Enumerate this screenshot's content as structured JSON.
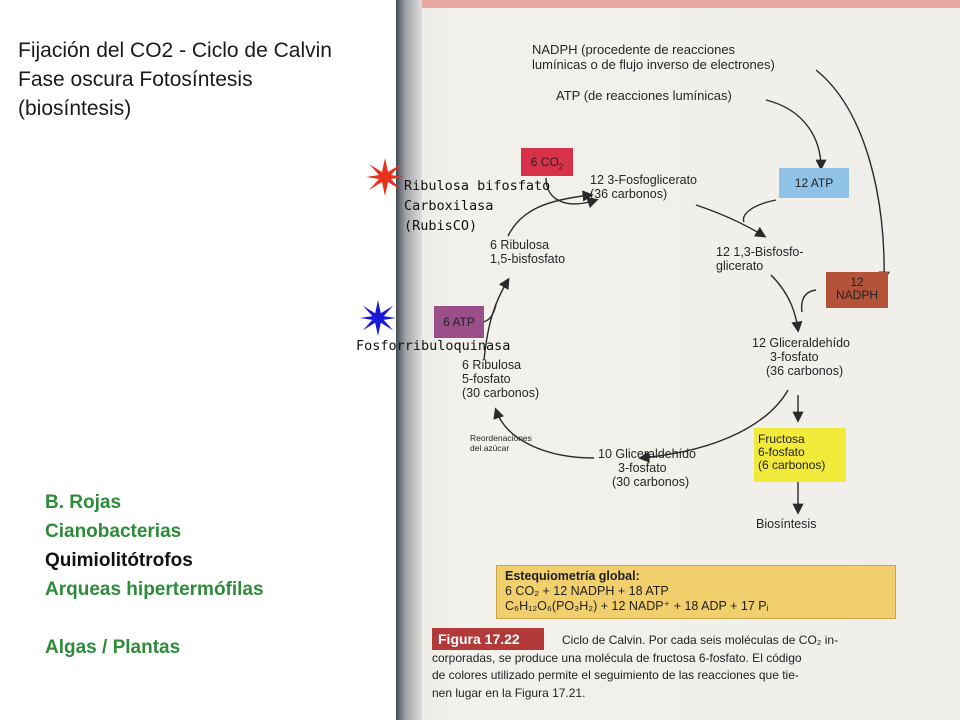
{
  "slide": {
    "title_lines": [
      "Fijación del CO2  -  Ciclo de Calvin",
      "Fase oscura Fotosíntesis",
      "(biosíntesis)"
    ]
  },
  "organisms": [
    {
      "label": "B. Rojas",
      "color": "#2e8b3a"
    },
    {
      "label": "Cianobacterias",
      "color": "#2e8b3a"
    },
    {
      "label": "Quimiolitótrofos",
      "color": "#111111"
    },
    {
      "label": "Arqueas hipertermófilas",
      "color": "#2e8b3a"
    },
    {
      "label": "Algas / Plantas",
      "color": "#2e8b3a"
    }
  ],
  "enzymes": {
    "rubisco": {
      "lines": [
        "Ribulosa bifosfato",
        "Carboxilasa",
        "(RubisCO)"
      ],
      "star_color": "#e8321e"
    },
    "kinase": {
      "label": "Fosforribuloquinasa",
      "star_color": "#1a1ad6"
    }
  },
  "diagram": {
    "nadph_source": [
      "NADPH (procedente de reacciones",
      "lumínicas o de flujo inverso de electrones)"
    ],
    "atp_source": "ATP (de reacciones lumínicas)",
    "co2_box": "6 CO",
    "co2_sub": "2",
    "pga": [
      "12 3-Fosfoglicerato",
      "(36 carbonos)"
    ],
    "atp12_box": "12 ATP",
    "bisfosfo": [
      "12 1,3-Bisfosfo-",
      "glicerato"
    ],
    "nadph12_box": [
      "12",
      "NADPH"
    ],
    "gap36": [
      "12 Gliceraldehído",
      "3-fosfato",
      "(36 carbonos)"
    ],
    "fructose_box": [
      "Fructosa",
      "6-fosfato",
      "(6 carbonos)"
    ],
    "biosintesis": "Biosíntesis",
    "gap30": [
      "10 Gliceraldehído",
      "3-fosfato",
      "(30 carbonos)"
    ],
    "reordenaciones": [
      "Reordenaciones",
      "del azúcar"
    ],
    "ru5p": [
      "6 Ribulosa",
      "5-fosfato",
      "(30 carbonos)"
    ],
    "atp6_box": "6 ATP",
    "rubp": [
      "6 Ribulosa",
      "1,5-bisfosfato"
    ]
  },
  "stoichiometry": {
    "heading": "Estequiometría global:",
    "line1": "6 CO₂ + 12 NADPH + 18 ATP",
    "line2": "C₆H₁₂O₆(PO₃H₂) + 12 NADP⁺ + 18 ADP + 17 Pᵢ"
  },
  "figure": {
    "tag": "Figura 17.22",
    "caption_lines": [
      "Ciclo de Calvin. Por cada seis moléculas de CO₂ in-",
      "corporadas, se produce una molécula de fructosa 6-fosfato. El código",
      "de colores utilizado permite el seguimiento de las reacciones que tie-",
      "nen lugar en la Figura 17.21."
    ]
  },
  "colors": {
    "co2_box": "#d8324a",
    "atp12_box": "#8fc2e6",
    "nadph12_box": "#b5533a",
    "fructose_box": "#f2ea3a",
    "atp6_box": "#9b4f8a",
    "figure_tag": "#b23b3a",
    "stoich_box": "#f0cf6c"
  }
}
